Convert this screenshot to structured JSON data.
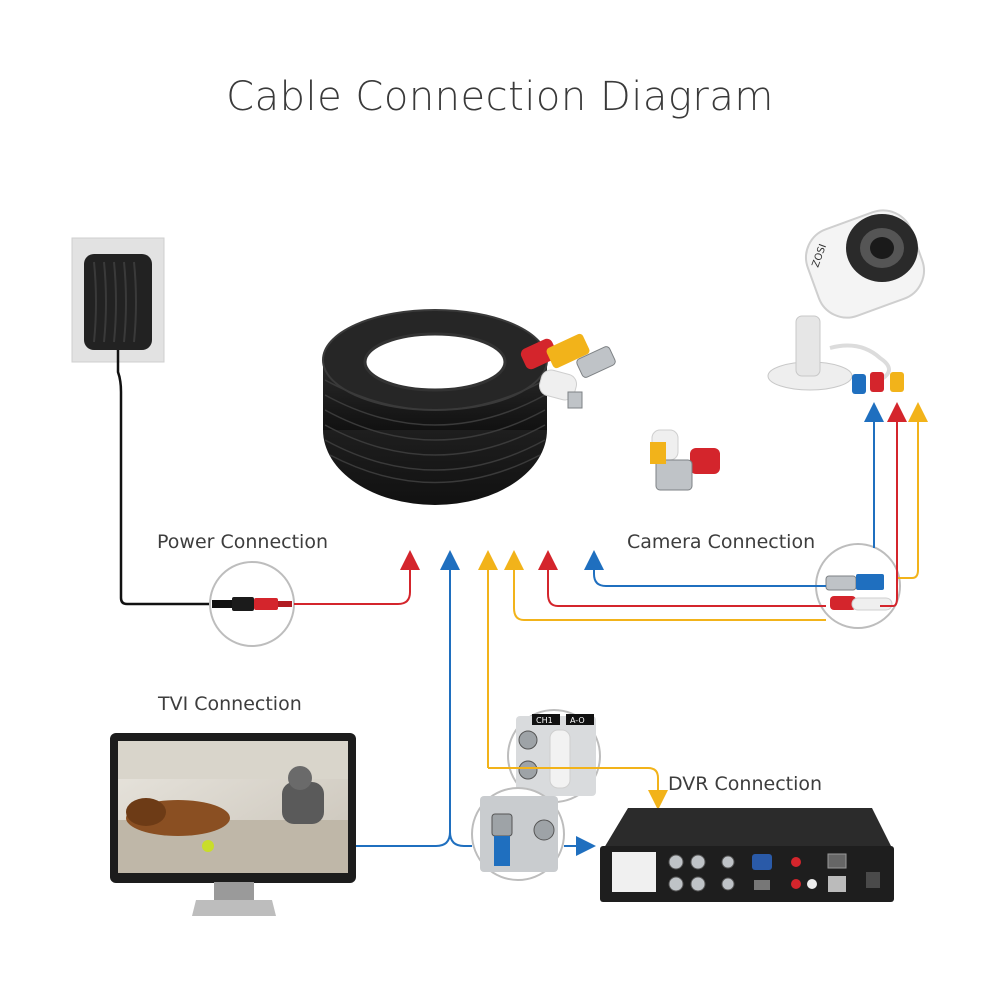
{
  "diagram": {
    "title": "Cable Connection Diagram",
    "labels": {
      "power": "Power Connection",
      "camera": "Camera Connection",
      "tvi": "TVI Connection",
      "dvr": "DVR Connection"
    },
    "connector_labels": {
      "ch1": "CH1",
      "audio": "A-O",
      "camera_brand": "ZOSI"
    },
    "colors": {
      "power": "#d4252c",
      "video": "#1f6fbf",
      "audio": "#f2b31a",
      "cable": "#1c1c1c"
    }
  }
}
